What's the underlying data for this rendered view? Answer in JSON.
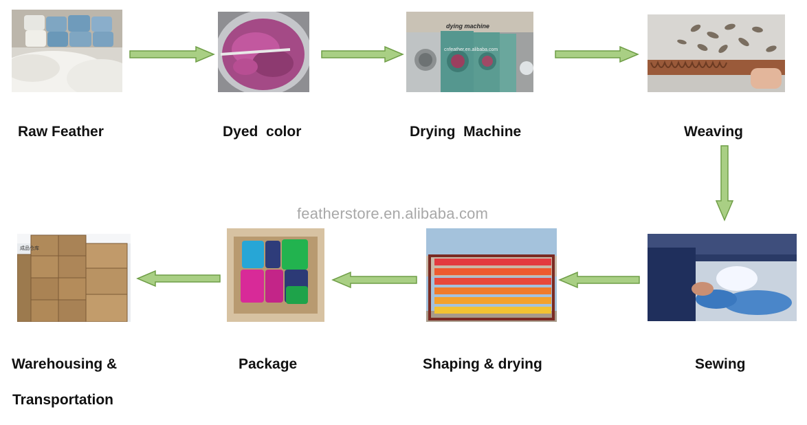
{
  "watermark": "featherstore.en.alibaba.com",
  "colors": {
    "arrow_fill": "#a9cf84",
    "arrow_stroke": "#6f9e47"
  },
  "steps": [
    {
      "label": "Raw Feather",
      "image": "raw-feather-photo"
    },
    {
      "label": "Dyed  color",
      "image": "dyed-color-photo"
    },
    {
      "label": "Drying  Machine",
      "image": "drying-machine-photo",
      "photo_text": [
        "dying machine",
        "cnfeather.en.alibaba.com"
      ]
    },
    {
      "label": "Weaving",
      "image": "weaving-photo"
    },
    {
      "label": "Sewing",
      "image": "sewing-photo"
    },
    {
      "label": "Shaping & drying",
      "image": "shaping-drying-photo"
    },
    {
      "label": "Package",
      "image": "package-photo"
    },
    {
      "label_lines": [
        "Warehousing &",
        "Transportation"
      ],
      "image": "warehousing-photo",
      "photo_text": [
        "成品仓库"
      ]
    }
  ]
}
